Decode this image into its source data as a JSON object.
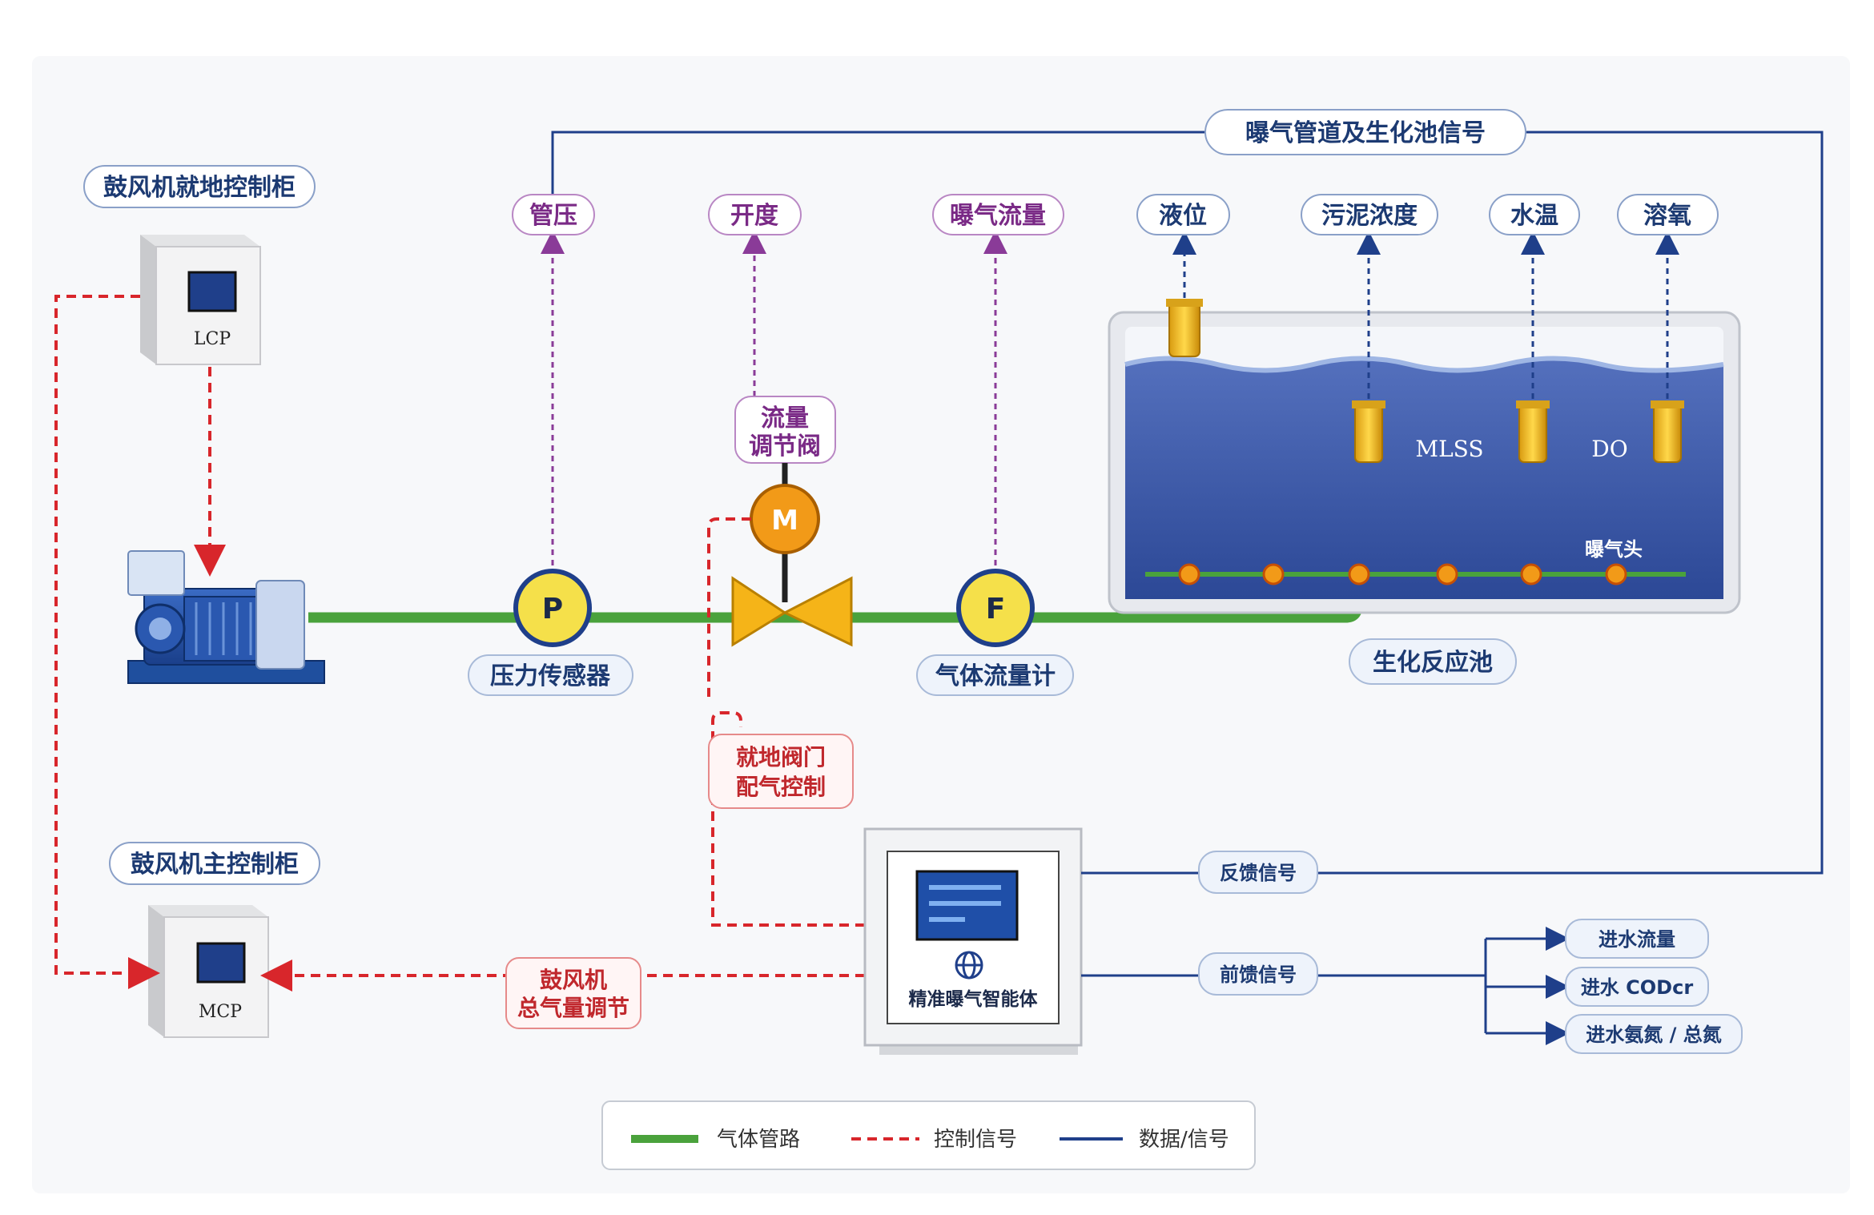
{
  "colors": {
    "gas_pipe": "#4aa23c",
    "control_signal": "#d8262b",
    "data_signal": "#1f3f8a",
    "measure_signal": "#8a3b98",
    "tank_water": "#3d5bab",
    "sensor_yellow": "#f0b820",
    "motor_orange": "#f29a18"
  },
  "labels": {
    "title_signal": "曝气管道及生化池信号",
    "lcp_cabinet_title": "鼓风机就地控制柜",
    "mcp_cabinet_title": "鼓风机主控制柜",
    "lcp_text": "LCP",
    "mcp_text": "MCP",
    "pipe_pressure": "管压",
    "opening": "开度",
    "aeration_flow": "曝气流量",
    "level": "液位",
    "sludge_conc": "污泥浓度",
    "water_temp": "水温",
    "dissolved_oxygen": "溶氧",
    "valve_line1": "流量",
    "valve_line2": "调节阀",
    "motor_letter": "M",
    "pressure_letter": "P",
    "flow_letter": "F",
    "pressure_sensor": "压力传感器",
    "gas_flowmeter": "气体流量计",
    "bio_tank": "生化反应池",
    "mlss": "MLSS",
    "do": "DO",
    "aerator": "曝气头",
    "local_valve_line1": "就地阀门",
    "local_valve_line2": "配气控制",
    "blower_total_line1": "鼓风机",
    "blower_total_line2": "总气量调节",
    "feedback": "反馈信号",
    "feedforward": "前馈信号",
    "agent": "精准曝气智能体",
    "inflow_flow": "进水流量",
    "inflow_cod": "进水 CODcr",
    "inflow_nitrogen": "进水氨氮 / 总氮"
  },
  "icons": {
    "globe": "globe-icon",
    "screen": "screen-icon",
    "blower": "blower-motor-icon"
  },
  "legend": [
    {
      "label": "气体管路",
      "style": "gas_pipe"
    },
    {
      "label": "控制信号",
      "style": "control_signal"
    },
    {
      "label": "数据/信号",
      "style": "data_signal"
    }
  ]
}
